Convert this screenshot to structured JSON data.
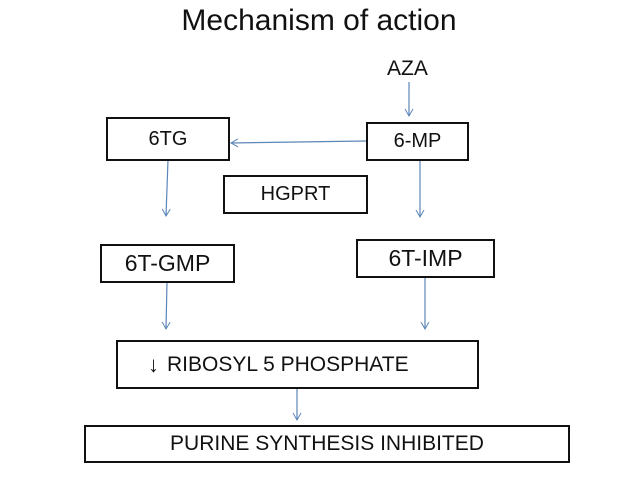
{
  "title": "Mechanism of action",
  "nodes": {
    "aza": "AZA",
    "six_tg": "6TG",
    "six_mp": "6-MP",
    "hgprt": "HGPRT",
    "six_t_gmp": "6T-GMP",
    "six_t_imp": "6T-IMP",
    "ribosyl_arrow": "↓",
    "ribosyl": "RIBOSYL 5 PHOSPHATE",
    "purine": "PURINE SYNTHESIS INHIBITED"
  },
  "colors": {
    "arrow": "#5b86b8",
    "border": "#111111"
  }
}
